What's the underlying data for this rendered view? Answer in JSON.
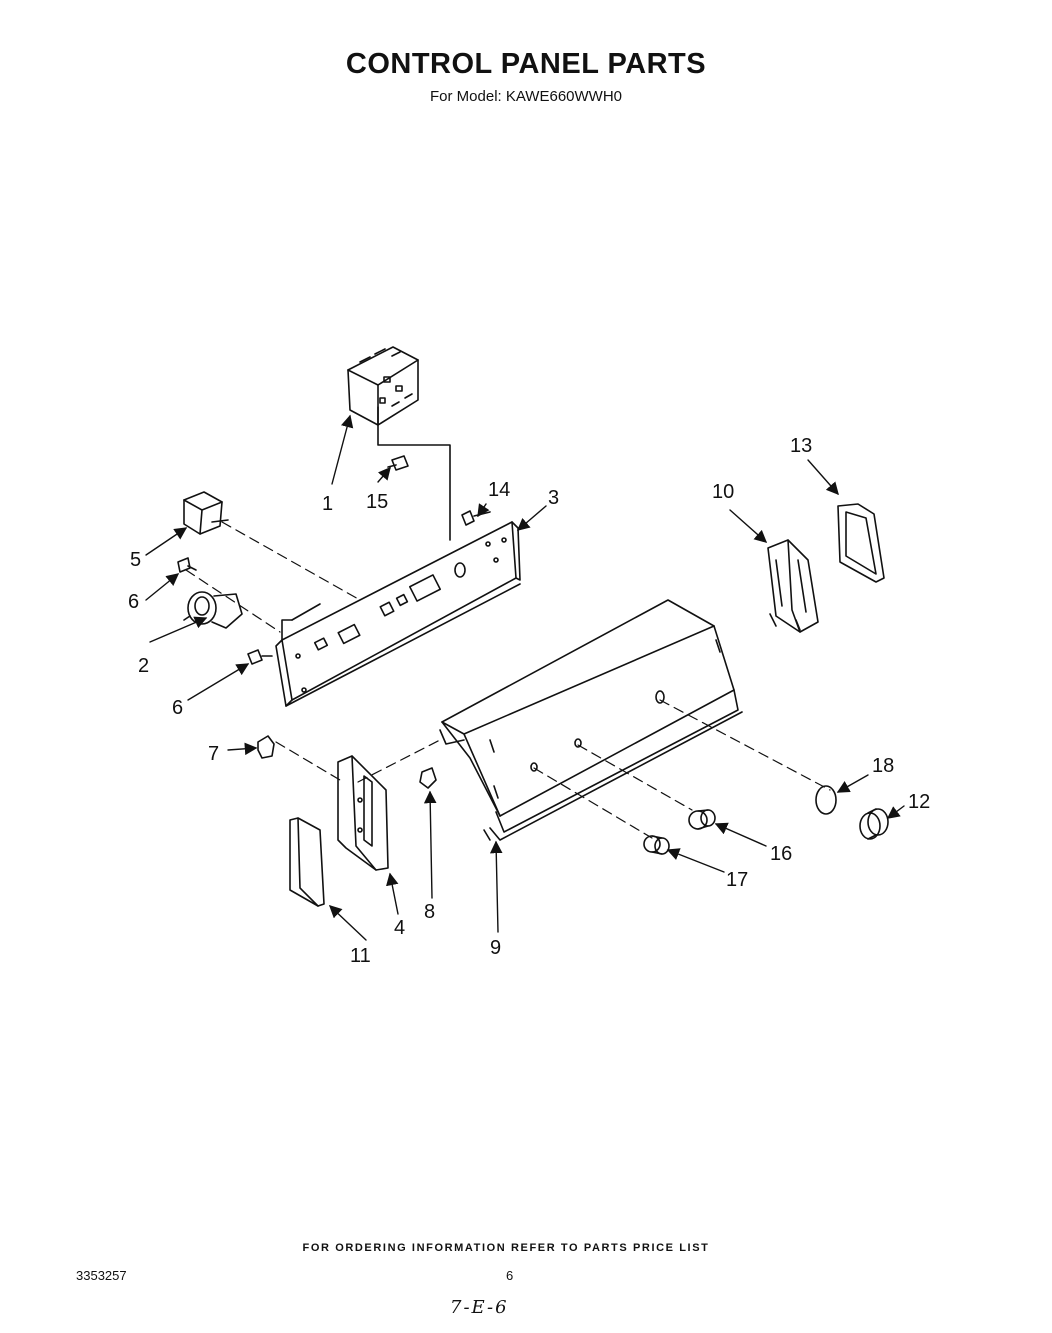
{
  "header": {
    "title": "CONTROL PANEL PARTS",
    "subtitle": "For Model: KAWE660WWH0"
  },
  "callouts": [
    "1",
    "2",
    "3",
    "4",
    "5",
    "6",
    "6",
    "7",
    "8",
    "9",
    "10",
    "11",
    "12",
    "13",
    "14",
    "15",
    "16",
    "17",
    "18"
  ],
  "footer": {
    "ordering_note": "FOR ORDERING INFORMATION REFER TO PARTS PRICE LIST",
    "doc_number": "3353257",
    "page_number": "6",
    "handwritten": "7-E-6"
  }
}
